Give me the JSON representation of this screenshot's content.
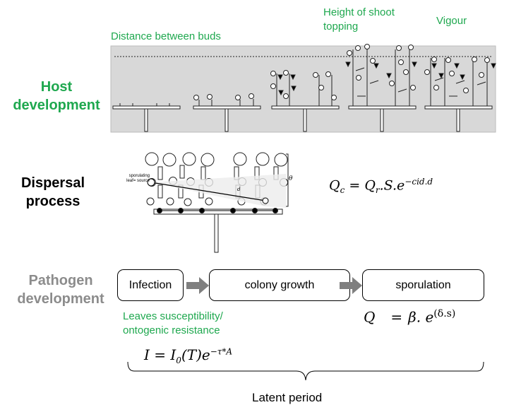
{
  "host": {
    "title": "Host\ndevelopment",
    "labels": {
      "distance_between_buds": "Distance between buds",
      "height_of_shoot_topping": "Height of shoot\ntopping",
      "vigour": "Vigour"
    }
  },
  "dispersal": {
    "title": "Dispersal\nprocess",
    "sporulating_label": "sporulating\nleaf= source",
    "theta": "θ",
    "d": "d",
    "formula": {
      "lhs_main": "Q",
      "lhs_sub": "c",
      "eq": " = ",
      "rhs_main": "Q",
      "rhs_sub": "r",
      "rhs_rest": ".S.e",
      "exp": "−cid.d"
    }
  },
  "pathogen": {
    "title": "Pathogen\ndevelopment",
    "boxes": {
      "infection": "Infection",
      "colony_growth": "colony growth",
      "sporulation": "sporulation"
    },
    "susceptibility_label": "Leaves susceptibility/\nontogenic resistance",
    "formula_q": {
      "lhs": "Q",
      "eq": "=",
      "rhs": "β. e",
      "exp": "(δ.s)"
    },
    "formula_i": {
      "lhs": "I",
      "eq": " = ",
      "i0": "I",
      "i0_sub": "0",
      "t": "(T)e",
      "exp": "−τ*A"
    },
    "latent_period": "Latent period"
  },
  "colors": {
    "green": "#1fa84f",
    "gray_title": "#8c8c8c",
    "panel_bg": "#d8d8d8",
    "arrow": "#7f7f7f"
  }
}
